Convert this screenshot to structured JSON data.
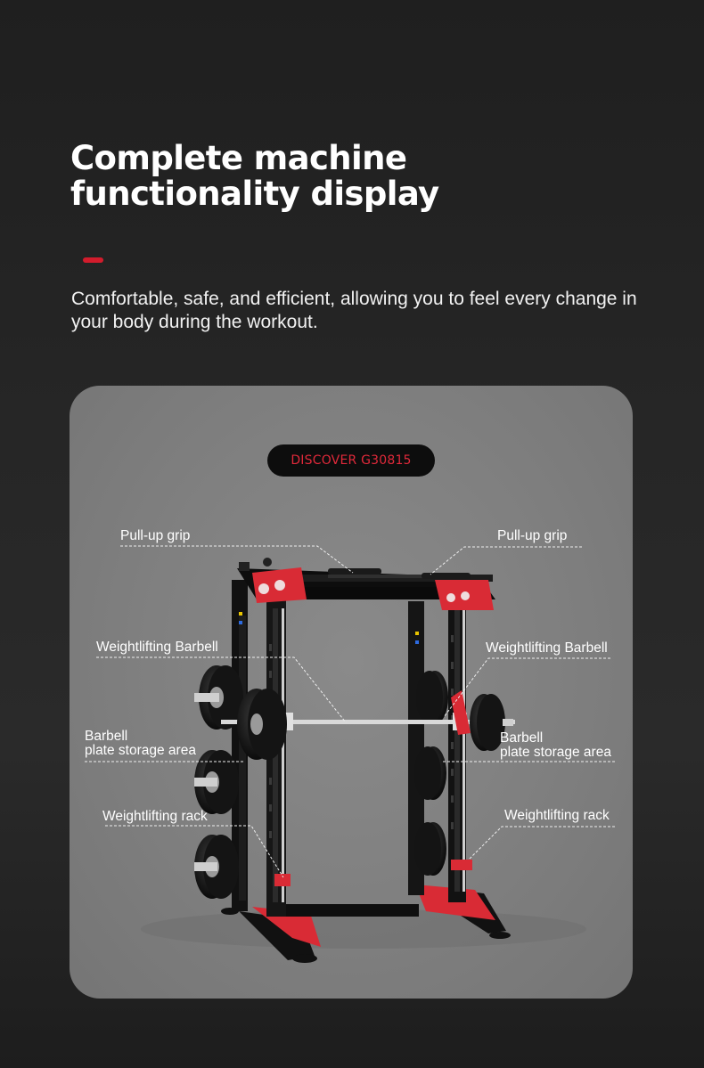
{
  "header": {
    "title_line1": "Complete machine",
    "title_line2": "functionality display",
    "subtitle": "Comfortable, safe, and efficient, allowing you to feel every change in your body during the workout."
  },
  "product": {
    "model": "DISCOVER G30815"
  },
  "callouts": {
    "pullup_left": "Pull-up grip",
    "pullup_right": "Pull-up grip",
    "barbell_left": "Weightlifting Barbell",
    "barbell_right": "Weightlifting Barbell",
    "storage_left_line1": "Barbell",
    "storage_left_line2": "plate storage area",
    "storage_right_line1": "Barbell",
    "storage_right_line2": "plate storage area",
    "rack_left": "Weightlifting rack",
    "rack_right": "Weightlifting rack"
  },
  "colors": {
    "accent": "#d21c2c",
    "pill_text": "#e0293a",
    "frame": "#111111",
    "frame_red": "#d92b35",
    "panel": "#808080",
    "page": "#242424"
  }
}
